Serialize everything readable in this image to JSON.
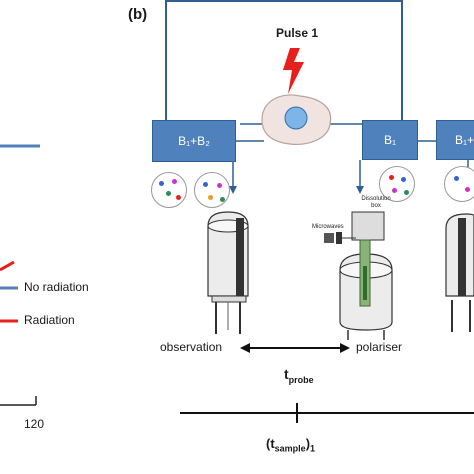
{
  "panel_label": "(b)",
  "pulse_label": "Pulse 1",
  "boxes": {
    "left": "B₁+B₂",
    "middle": "B₁",
    "right": "B₁+"
  },
  "legend": {
    "no_radiation": "No radiation",
    "radiation": "Radiation",
    "no_radiation_color": "#4f81bd",
    "radiation_color": "#e8201d"
  },
  "left_axis_tick": "120",
  "labels": {
    "observation": "observation",
    "polariser": "polariser",
    "dissolution_box": "Dissolution box",
    "microwaves": "Microwaves",
    "t_probe_main": "t",
    "t_probe_sub": "probe",
    "t_sample_main": "(t",
    "t_sample_sub": "sample",
    "t_sample_end": ")",
    "t_sample_index": "1"
  }
}
